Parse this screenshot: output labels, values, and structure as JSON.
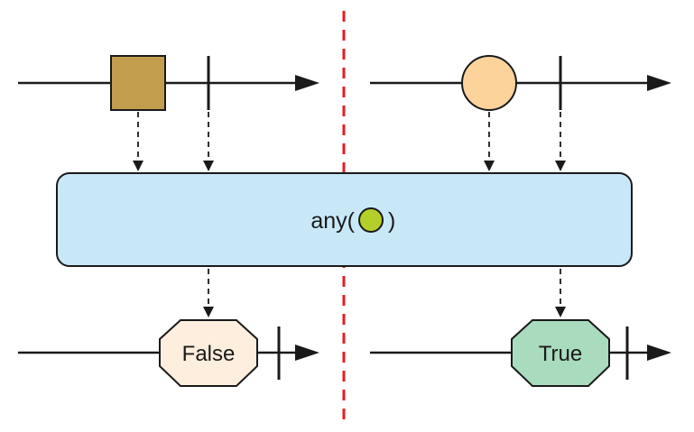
{
  "operator": {
    "label_prefix": "any(",
    "label_suffix": ")",
    "predicate_icon": "green-circle",
    "predicate_color": "#b5cf2a",
    "box_fill": "#c8e8f8"
  },
  "divider": {
    "color": "#e31e24"
  },
  "left": {
    "input": {
      "item_shape": "square",
      "item_color": "#c29d4e",
      "completes": true
    },
    "output": {
      "result_label": "False",
      "result_fill": "#fdeede",
      "completes": true
    }
  },
  "right": {
    "input": {
      "item_shape": "circle",
      "item_color": "#fdd39c",
      "completes": true
    },
    "output": {
      "result_label": "True",
      "result_fill": "#a9dbbe",
      "completes": true
    }
  }
}
